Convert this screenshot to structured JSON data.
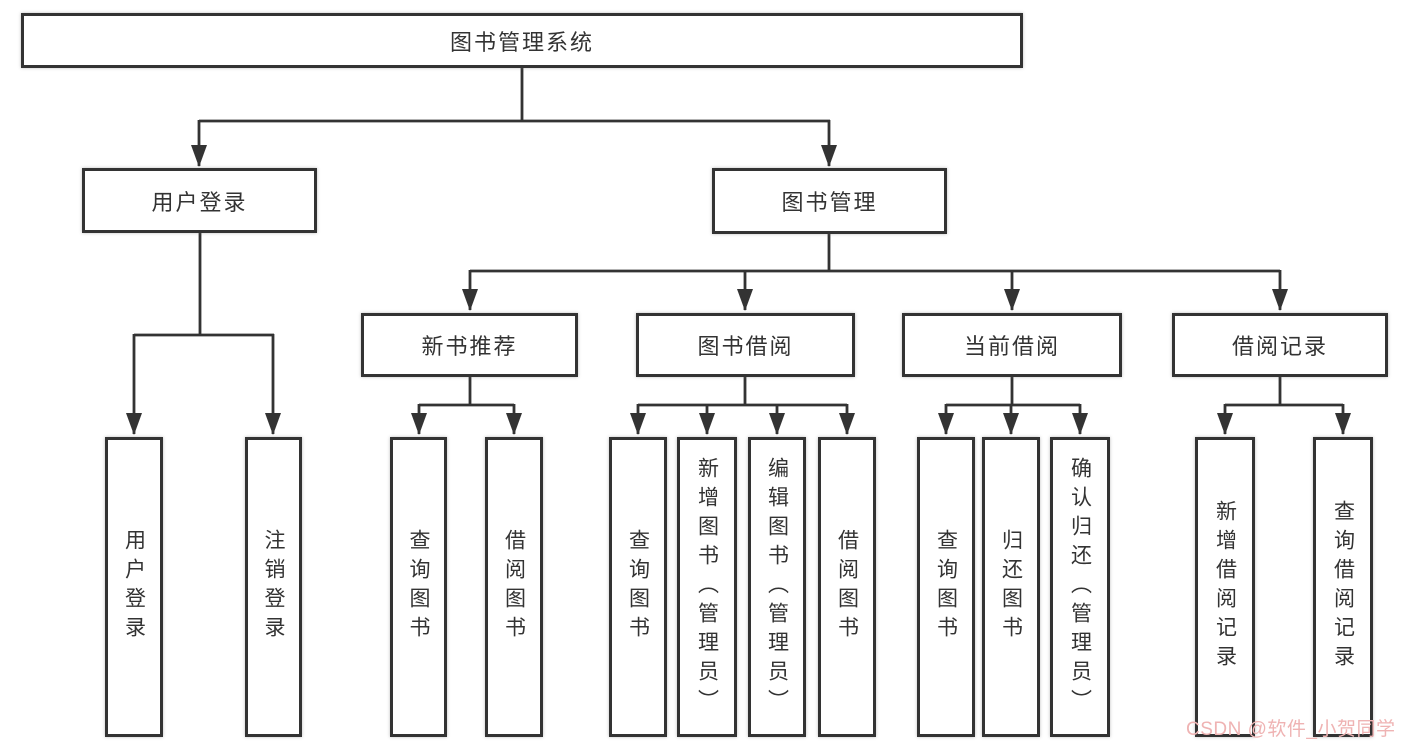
{
  "diagram": {
    "root_label": "图书管理系统",
    "branches": {
      "user_login": {
        "label": "用户登录",
        "children": {
          "login": {
            "label": "用户登录"
          },
          "logout": {
            "label": "注销登录"
          }
        }
      },
      "book_mgmt": {
        "label": "图书管理",
        "sections": {
          "new_books": {
            "label": "新书推荐",
            "children": {
              "query": {
                "label": "查询图书"
              },
              "borrow": {
                "label": "借阅图书"
              }
            }
          },
          "borrowing": {
            "label": "图书借阅",
            "children": {
              "query": {
                "label": "查询图书"
              },
              "add": {
                "label": "新增图书（管理员）"
              },
              "edit": {
                "label": "编辑图书（管理员）"
              },
              "borrow": {
                "label": "借阅图书"
              }
            }
          },
          "current": {
            "label": "当前借阅",
            "children": {
              "query": {
                "label": "查询图书"
              },
              "return": {
                "label": "归还图书"
              },
              "confirm": {
                "label": "确认归还（管理员）"
              }
            }
          },
          "records": {
            "label": "借阅记录",
            "children": {
              "add": {
                "label": "新增借阅记录"
              },
              "query": {
                "label": "查询借阅记录"
              }
            }
          }
        }
      }
    }
  },
  "watermark": {
    "text": "CSDN @软件_小贺同学",
    "color": "#efb3b3"
  },
  "colors": {
    "line": "#333333",
    "box_border": "#333333",
    "text": "#333333",
    "background": "#ffffff"
  }
}
